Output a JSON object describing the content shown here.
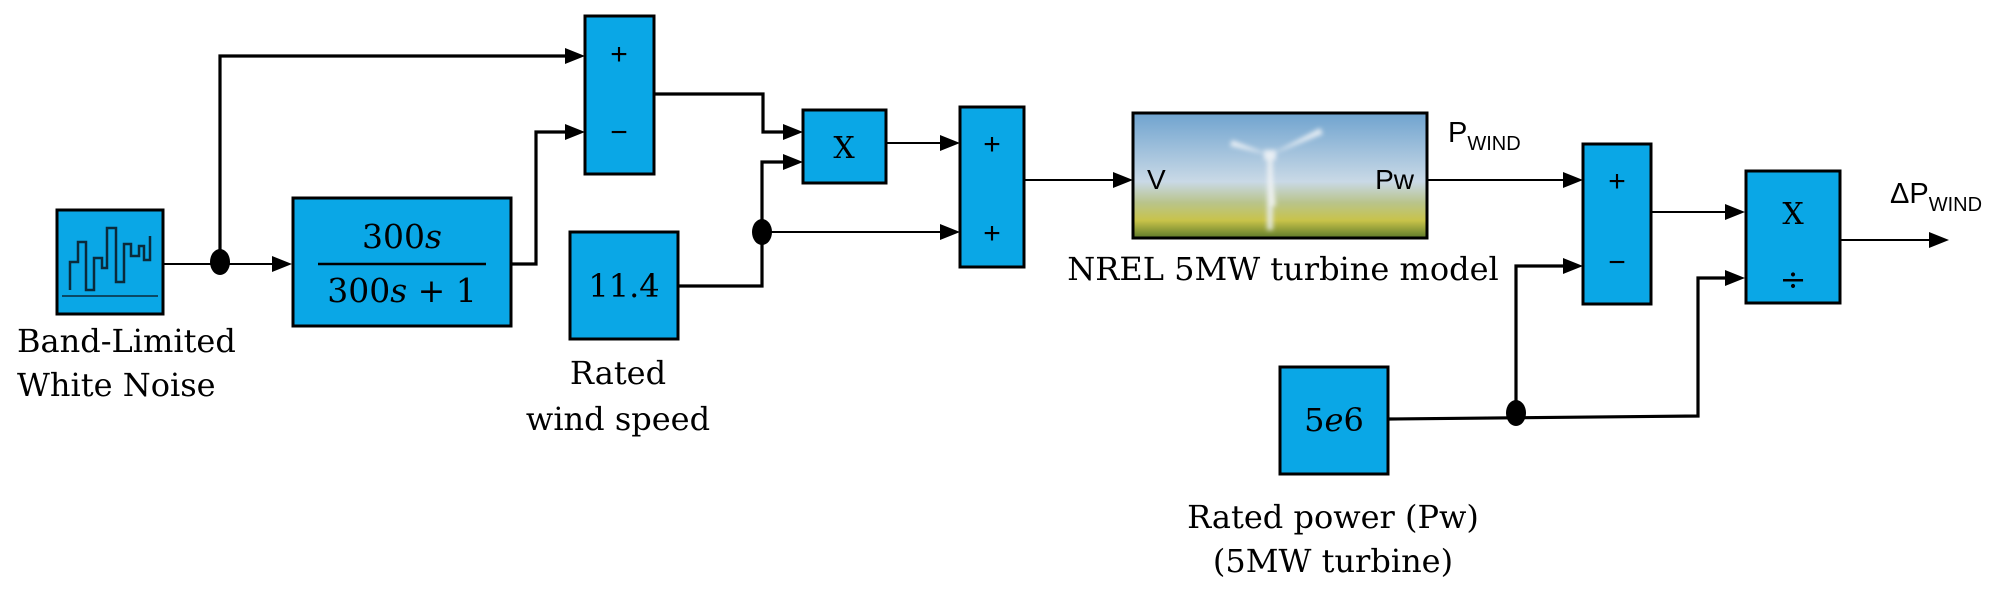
{
  "blocks": {
    "noise": {
      "caption_line1": "Band-Limited",
      "caption_line2": "White Noise"
    },
    "filter": {
      "numerator": "300𝑠",
      "denominator": "300𝑠 + 1"
    },
    "wind_speed": {
      "value": "11.4",
      "caption_line1": "Rated",
      "caption_line2": "wind speed"
    },
    "sum1": {
      "top_sign": "+",
      "bottom_sign": "−"
    },
    "mult1": {
      "symbol": "X"
    },
    "sum2": {
      "top_sign": "+",
      "bottom_sign": "+"
    },
    "turbine": {
      "input_port": "V",
      "output_port": "Pw",
      "caption": "NREL 5MW turbine model"
    },
    "pwind_label": {
      "main": "P",
      "sub": "WIND"
    },
    "sum3": {
      "top_sign": "+",
      "bottom_sign": "−"
    },
    "rated_power": {
      "value": "5𝑒6",
      "caption_line1": "Rated power (Pw)",
      "caption_line2": "(5MW turbine)"
    },
    "divide": {
      "top_symbol": "X",
      "bottom_symbol": "÷"
    },
    "output_label": {
      "main": "ΔP",
      "sub": "WIND"
    }
  },
  "colors": {
    "block_fill": "#0aa7e6",
    "stroke": "#000000"
  }
}
